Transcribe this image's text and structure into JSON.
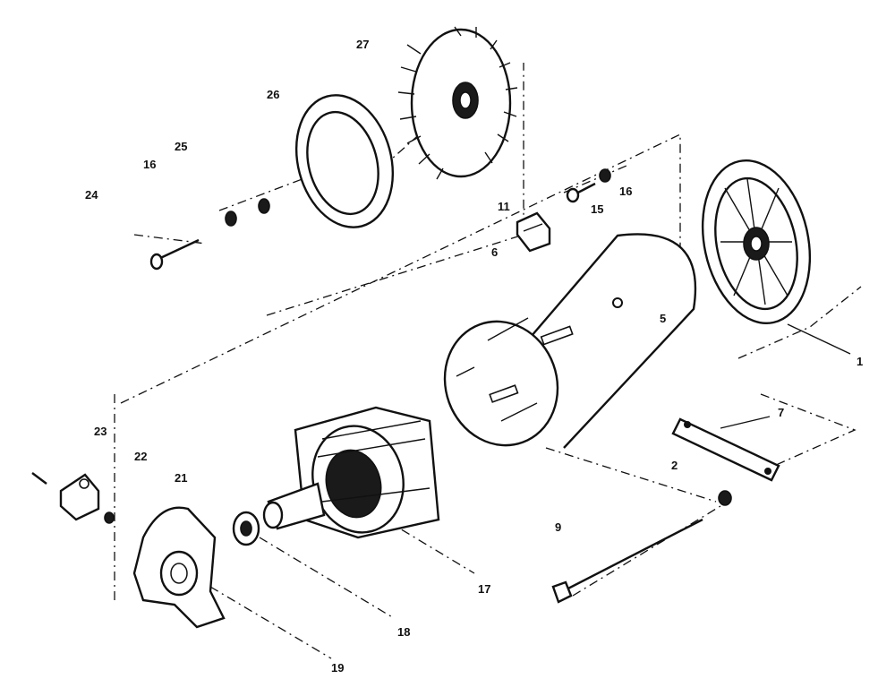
{
  "diagram": {
    "callouts": [
      {
        "id": "c27",
        "text": "27"
      },
      {
        "id": "c26",
        "text": "26"
      },
      {
        "id": "c25",
        "text": "25"
      },
      {
        "id": "c16a",
        "text": "16"
      },
      {
        "id": "c24",
        "text": "24"
      },
      {
        "id": "c11",
        "text": "11"
      },
      {
        "id": "c15",
        "text": "15"
      },
      {
        "id": "c16b",
        "text": "16"
      },
      {
        "id": "c6",
        "text": "6"
      },
      {
        "id": "c5",
        "text": "5"
      },
      {
        "id": "c1",
        "text": "1"
      },
      {
        "id": "c7",
        "text": "7"
      },
      {
        "id": "c2",
        "text": "2"
      },
      {
        "id": "c9",
        "text": "9"
      },
      {
        "id": "c23",
        "text": "23"
      },
      {
        "id": "c22",
        "text": "22"
      },
      {
        "id": "c21",
        "text": "21"
      },
      {
        "id": "c17",
        "text": "17"
      },
      {
        "id": "c18",
        "text": "18"
      },
      {
        "id": "c19",
        "text": "19"
      }
    ]
  }
}
